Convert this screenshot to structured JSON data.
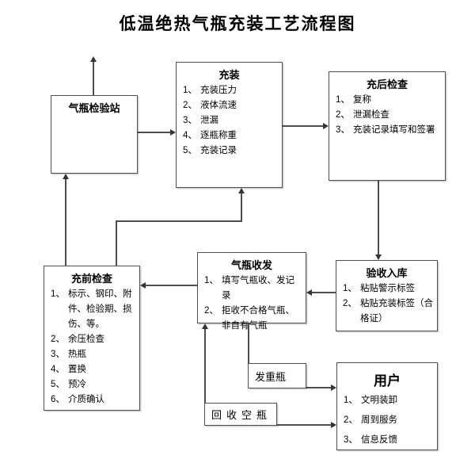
{
  "title": "低温绝热气瓶充装工艺流程图",
  "colors": {
    "line": "#4d4d4d",
    "border": "#4d4d4d",
    "text": "#000000",
    "background": "#ffffff"
  },
  "boxes": {
    "inspection_station": {
      "title": "气瓶检验站",
      "items": []
    },
    "filling": {
      "title": "充装",
      "items": [
        {
          "n": "1、",
          "t": "充装压力"
        },
        {
          "n": "2、",
          "t": "液体流速"
        },
        {
          "n": "3、",
          "t": "泄漏"
        },
        {
          "n": "4、",
          "t": "逐瓶称重"
        },
        {
          "n": "5、",
          "t": "充装记录"
        }
      ]
    },
    "post_fill_check": {
      "title": "充后检查",
      "items": [
        {
          "n": "1、",
          "t": "复称"
        },
        {
          "n": "2、",
          "t": "泄漏检查"
        },
        {
          "n": "3、",
          "t": "充装记录填写和签署"
        }
      ]
    },
    "pre_fill_check": {
      "title": "充前检查",
      "items": [
        {
          "n": "1、",
          "t": "标示、钢印、附件、检验期、损伤、等。"
        },
        {
          "n": "2、",
          "t": "余压检查"
        },
        {
          "n": "3、",
          "t": "热瓶"
        },
        {
          "n": "4、",
          "t": "置换"
        },
        {
          "n": "5、",
          "t": "预冷"
        },
        {
          "n": "6、",
          "t": "介质确认"
        }
      ]
    },
    "cylinder_receipt_dispatch": {
      "title": "气瓶收发",
      "items": [
        {
          "n": "1、",
          "t": "填写气瓶收、发记录"
        },
        {
          "n": "2、",
          "t": "拒收不合格气瓶、非自有气瓶"
        }
      ]
    },
    "acceptance_storage": {
      "title": "验收入库",
      "items": [
        {
          "n": "1、",
          "t": "粘贴警示标签"
        },
        {
          "n": "2、",
          "t": "粘贴充装标签（合格证）"
        }
      ]
    },
    "user": {
      "title": "用户",
      "items": [
        {
          "n": "1、",
          "t": "文明装卸"
        },
        {
          "n": "2、",
          "t": "周到服务"
        },
        {
          "n": "3、",
          "t": "信息反馈"
        }
      ]
    },
    "dispatch_full_cylinder": {
      "title": "发重瓶"
    },
    "recycle_empty_cylinder": {
      "title": "回收空瓶"
    }
  }
}
